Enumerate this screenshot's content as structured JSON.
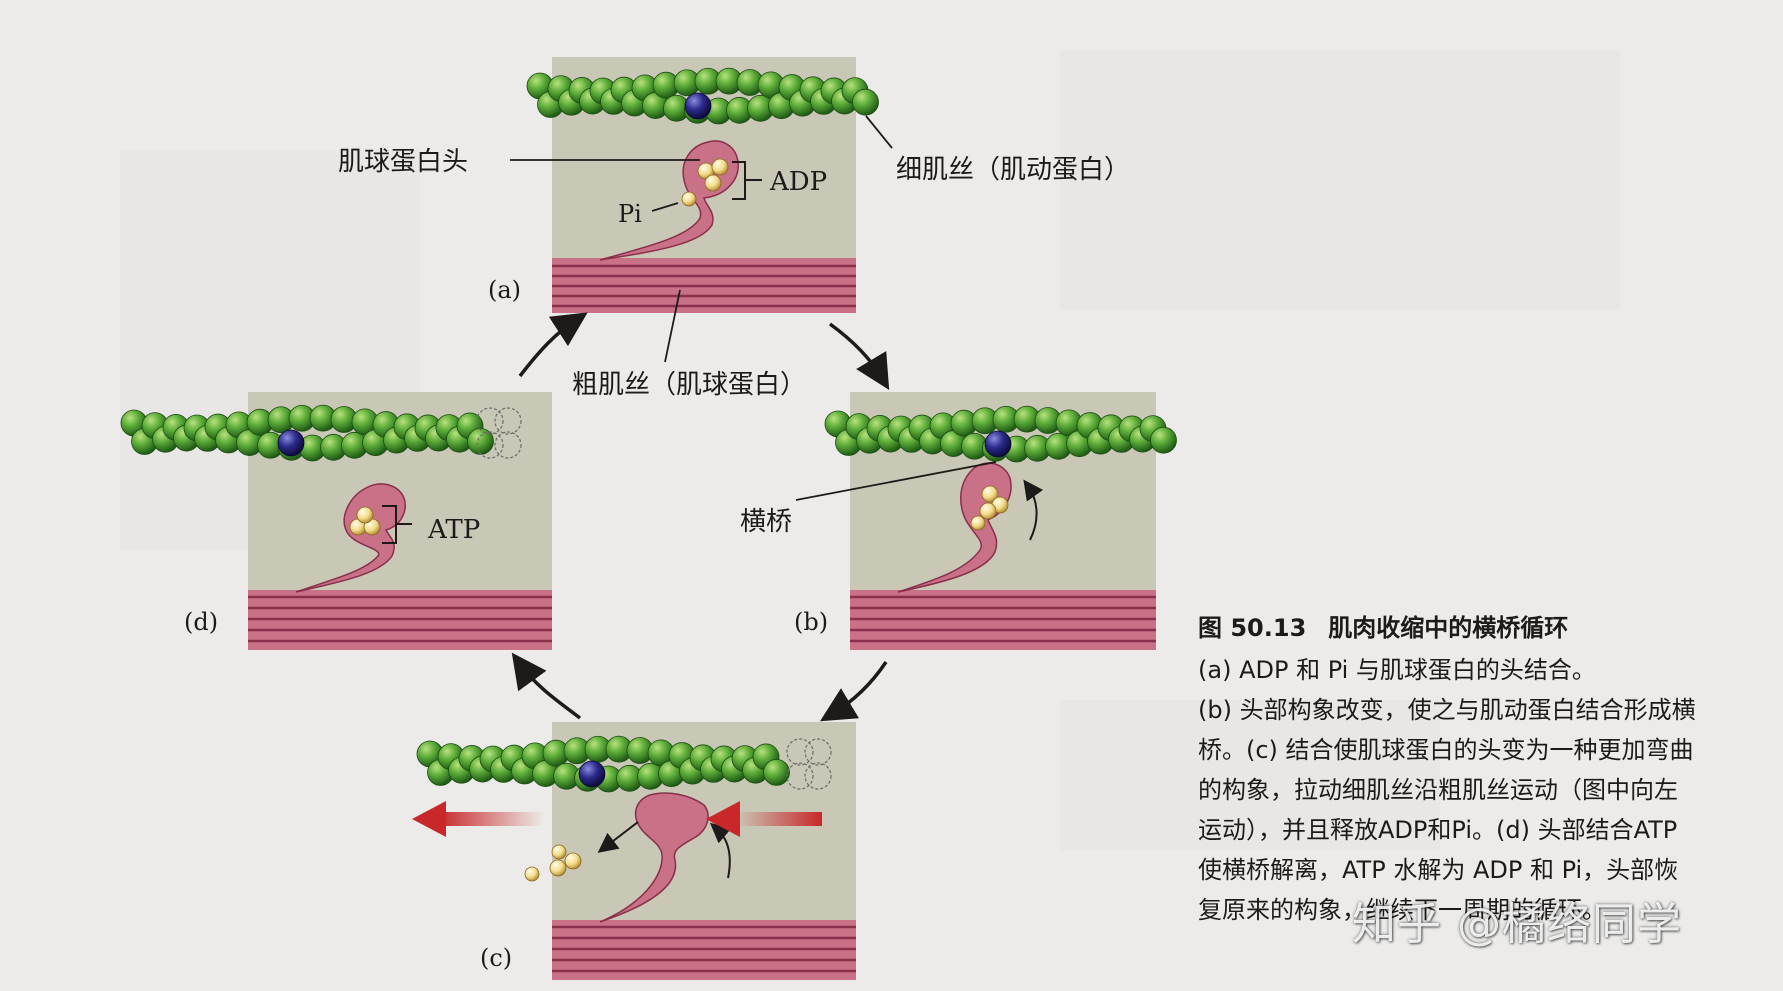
{
  "labels": {
    "myosin_head": "肌球蛋白头",
    "adp": "ADP",
    "pi": "Pi",
    "thin_filament": "细肌丝（肌动蛋白）",
    "thick_filament": "粗肌丝（肌球蛋白）",
    "cross_bridge": "横桥",
    "atp": "ATP"
  },
  "panels": {
    "a": "(a)",
    "b": "(b)",
    "c": "(c)",
    "d": "(d)"
  },
  "caption": {
    "figure_number": "图 50.13",
    "title": "肌肉收缩中的横桥循环",
    "lines": [
      "(a) ADP 和 Pi 与肌球蛋白的头结合。",
      "(b) 头部构象改变，使之与肌动蛋白结合形成横桥。(c) 结合使肌球蛋白的头变为一种更加弯曲的构象，拉动细肌丝沿粗肌丝运动（图中向左运动），并且释放ADP和Pi。(d) 头部结合ATP使横桥解离，ATP 水解为 ADP 和 Pi，头部恢复原来的构象，继续下一周期的循环。"
    ]
  },
  "watermark": "知乎 @橘络同学",
  "colors": {
    "panel_bg": "#c9c7b5",
    "actin_green": "#3f8f2c",
    "binding_site_blue": "#1f1d6e",
    "myosin_pink": "#c97187",
    "thick_line": "#8a2f4c",
    "arrow_red": "#c8282a",
    "phosphate_yellow": "#f2dc8a"
  }
}
